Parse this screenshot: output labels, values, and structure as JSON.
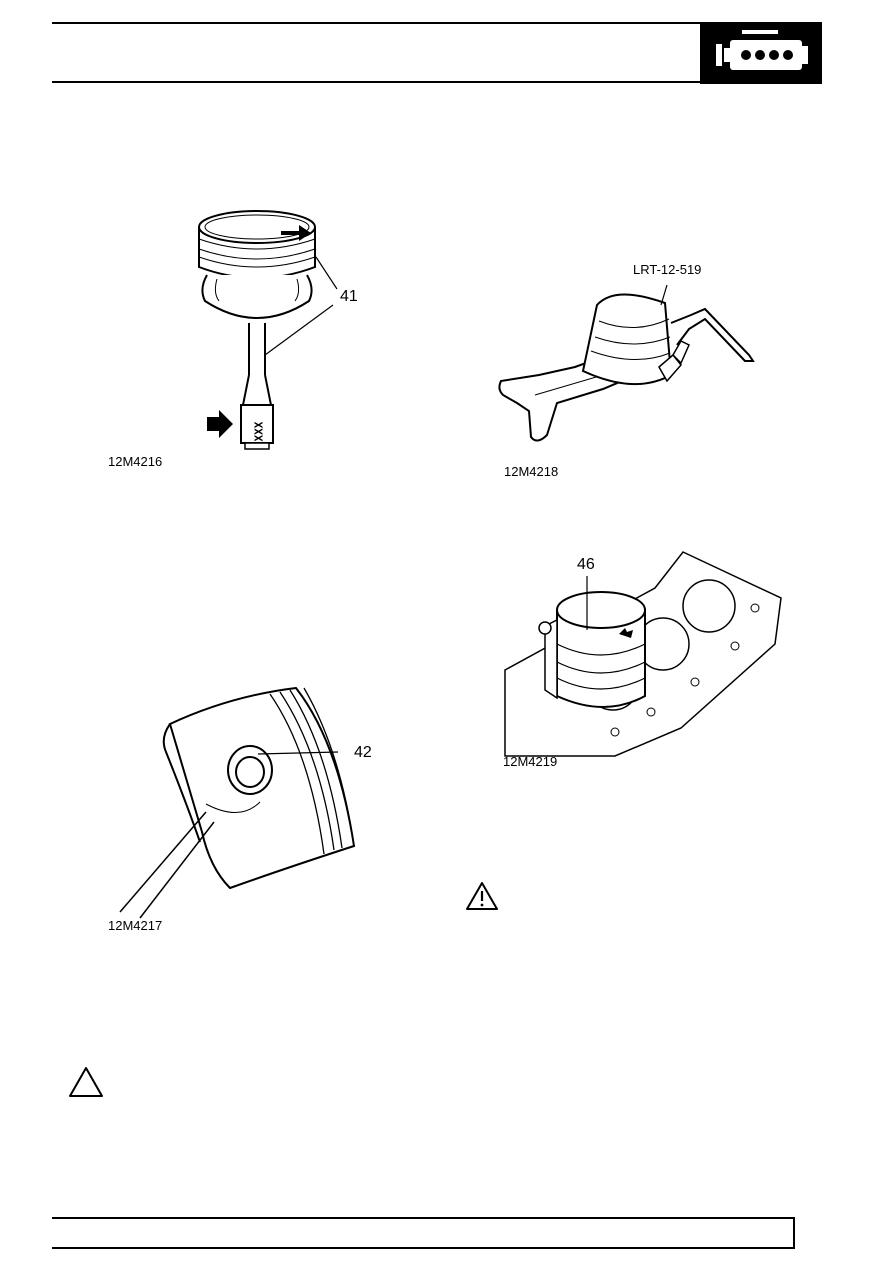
{
  "header": {
    "icon": "engine-section-icon"
  },
  "figures": [
    {
      "code": "12M4216",
      "callout": "41",
      "marking": "XXX"
    },
    {
      "code": "12M4218",
      "tool": "LRT-12-519"
    },
    {
      "code": "12M4217",
      "callout": "42"
    },
    {
      "code": "12M4219",
      "callout": "46"
    }
  ],
  "icons": {
    "warning": "warning-triangle-icon",
    "caution": "caution-triangle-icon"
  }
}
